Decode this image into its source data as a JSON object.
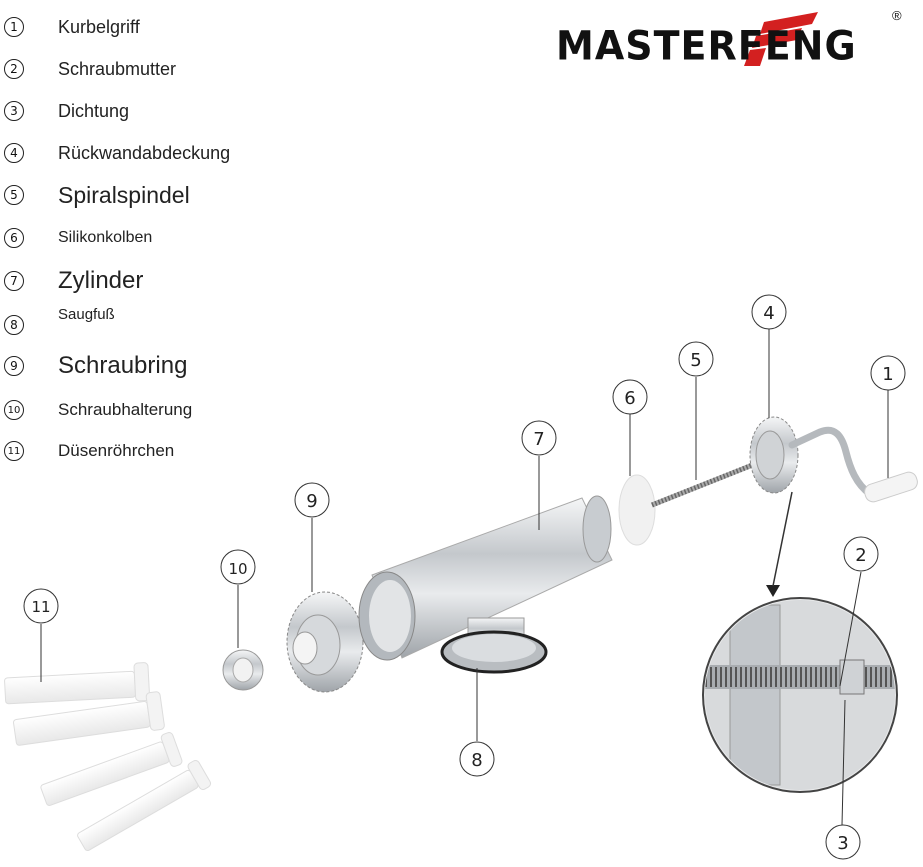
{
  "brand": {
    "logo_text": "MASTERFENG",
    "registered_mark": "®"
  },
  "legend": [
    {
      "number": "1",
      "label": "Kurbelgriff"
    },
    {
      "number": "2",
      "label": "Schraubmutter"
    },
    {
      "number": "3",
      "label": "Dichtung"
    },
    {
      "number": "4",
      "label": "Rückwandabdeckung"
    },
    {
      "number": "5",
      "label": "Spiralspindel"
    },
    {
      "number": "6",
      "label": "Silikonkolben"
    },
    {
      "number": "7",
      "label": "Zylinder"
    },
    {
      "number": "8",
      "label": "Saugfuß"
    },
    {
      "number": "9",
      "label": "Schraubring"
    },
    {
      "number": "10",
      "label": "Schraubhalterung"
    },
    {
      "number": "11",
      "label": "Düsenröhrchen"
    }
  ],
  "callouts": [
    "1",
    "2",
    "3",
    "4",
    "5",
    "6",
    "7",
    "8",
    "9",
    "10",
    "11"
  ],
  "colors": {
    "accent_red": "#d32020",
    "metal": "#c9ccd0",
    "text": "#222222"
  }
}
